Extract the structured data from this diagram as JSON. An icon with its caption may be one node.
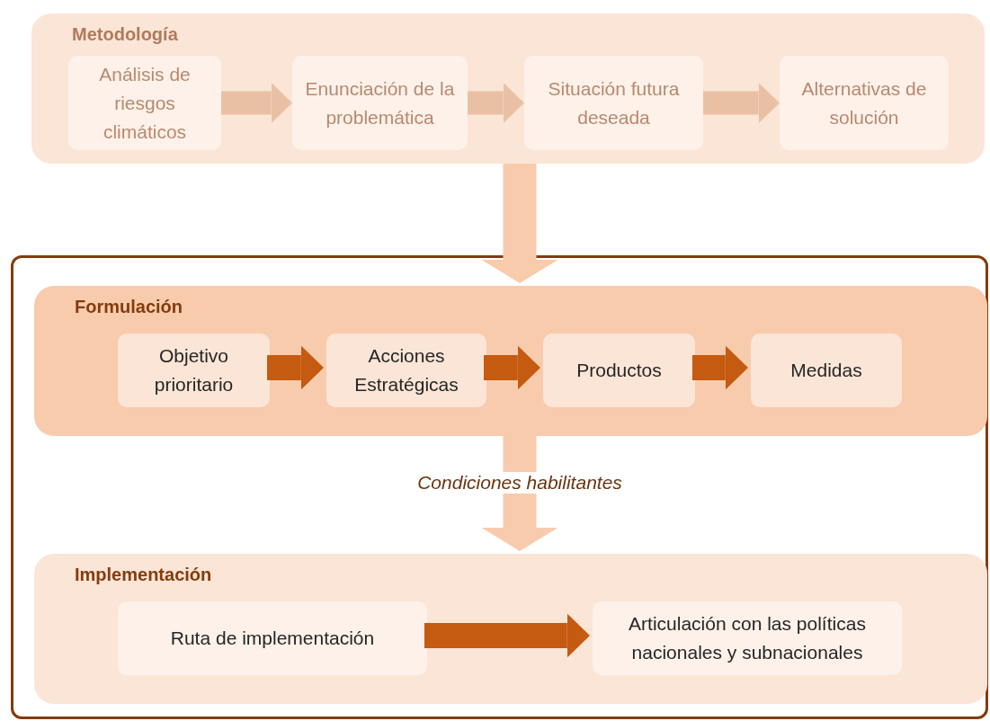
{
  "diagram": {
    "nodes": [
      {
        "text": [
          "Metodología"
        ]
      },
      {
        "text": [
          "Análisis de riesgos climáticos"
        ],
        "in": 0
      },
      {
        "text": [
          "Enunciación de la problemática"
        ],
        "in": 0
      },
      {
        "text": [
          "Situación futura deseada"
        ],
        "in": 0
      },
      {
        "text": [
          "Alternativas de solución"
        ],
        "in": 0
      },
      {
        "text": [],
        "shape": "box"
      },
      {
        "text": [
          "Formulación"
        ],
        "in": 5
      },
      {
        "text": [
          "Objetivo prioritario"
        ],
        "in": 6
      },
      {
        "text": [
          "Acciones Estratégicas"
        ],
        "in": 6
      },
      {
        "text": [
          "Productos"
        ],
        "in": 6
      },
      {
        "text": [
          "Medidas"
        ],
        "in": 6
      },
      {
        "text": [
          "Implementación"
        ],
        "in": 5
      },
      {
        "text": [
          "Ruta de implementación"
        ],
        "in": 11
      },
      {
        "text": [
          "Articulación con las políticas nacionales y subnacionales"
        ],
        "in": 11
      }
    ],
    "edges": [
      {
        "from": 1,
        "to": 2,
        "arrow": "to",
        "color": "#eac0a4"
      },
      {
        "from": 2,
        "to": 3,
        "arrow": "to",
        "color": "#eac0a4"
      },
      {
        "from": 3,
        "to": 4,
        "arrow": "to",
        "color": "#eac0a4"
      },
      {
        "from": 0,
        "to": 6,
        "arrow": "to",
        "color": "#f8cbad"
      },
      {
        "from": 7,
        "to": 8,
        "arrow": "to",
        "color": "#c55a11"
      },
      {
        "from": 8,
        "to": 9,
        "arrow": "to",
        "color": "#c55a11"
      },
      {
        "from": 9,
        "to": 10,
        "arrow": "to",
        "color": "#c55a11"
      },
      {
        "from": 6,
        "to": 11,
        "arrow": "to",
        "label": "Condiciones habilitantes",
        "color": "#f8cbad"
      },
      {
        "from": 12,
        "to": 13,
        "arrow": "to",
        "color": "#c55a11"
      }
    ]
  }
}
